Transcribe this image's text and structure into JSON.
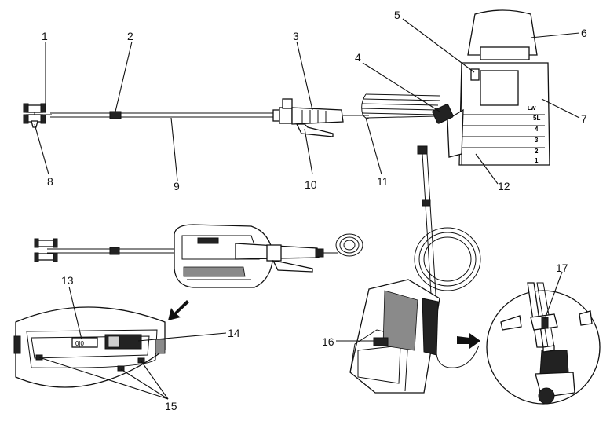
{
  "callouts": [
    {
      "id": "1",
      "text": "1"
    },
    {
      "id": "2",
      "text": "2"
    },
    {
      "id": "3",
      "text": "3"
    },
    {
      "id": "4",
      "text": "4"
    },
    {
      "id": "5",
      "text": "5"
    },
    {
      "id": "6",
      "text": "6"
    },
    {
      "id": "7",
      "text": "7"
    },
    {
      "id": "8",
      "text": "8"
    },
    {
      "id": "9",
      "text": "9"
    },
    {
      "id": "10",
      "text": "10"
    },
    {
      "id": "11",
      "text": "11"
    },
    {
      "id": "12",
      "text": "12"
    },
    {
      "id": "13",
      "text": "13"
    },
    {
      "id": "14",
      "text": "14"
    },
    {
      "id": "15",
      "text": "15"
    },
    {
      "id": "16",
      "text": "16"
    },
    {
      "id": "17",
      "text": "17"
    }
  ],
  "tank_scale": [
    "5L",
    "4",
    "3",
    "2",
    "1"
  ],
  "tank_logo": "LW",
  "switch_label": "0|0"
}
